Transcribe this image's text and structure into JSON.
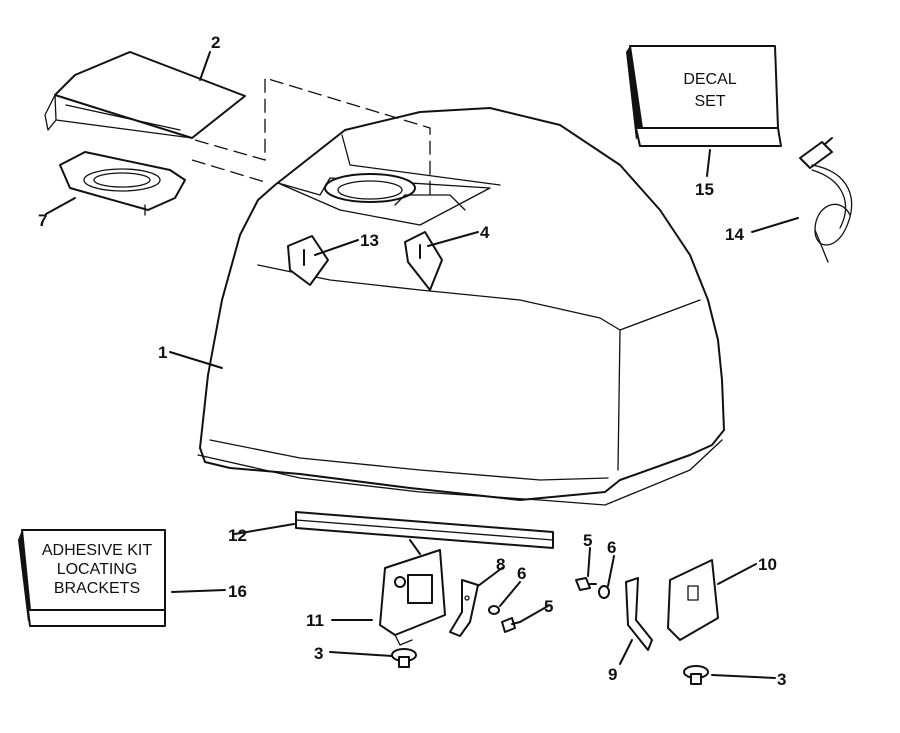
{
  "callouts": {
    "c1": "1",
    "c2": "2",
    "c3a": "3",
    "c3b": "3",
    "c4": "4",
    "c5a": "5",
    "c5b": "5",
    "c6a": "6",
    "c6b": "6",
    "c7": "7",
    "c8": "8",
    "c9": "9",
    "c10": "10",
    "c11": "11",
    "c12": "12",
    "c13": "13",
    "c14": "14",
    "c15": "15",
    "c16": "16"
  },
  "decal_box": {
    "line1": "DECAL",
    "line2": "SET"
  },
  "adhesive_box": {
    "line1": "ADHESIVE KIT",
    "line2": "LOCATING",
    "line3": "BRACKETS"
  }
}
